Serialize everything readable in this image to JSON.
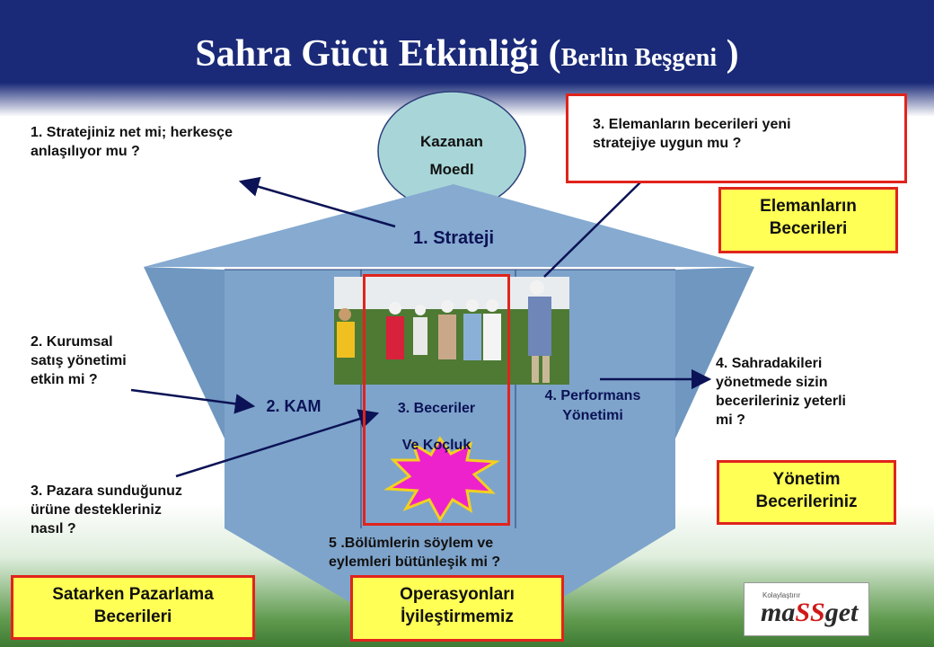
{
  "title": {
    "main": "Sahra Gücü Etkinliği (",
    "sub": "Berlin Beşgeni",
    "close": " )"
  },
  "house": {
    "roof_circle_line1": "Kazanan",
    "roof_circle_line2": "Moedl",
    "strategy": "1. Strateji",
    "kam": "2. KAM",
    "skills_line1": "3. Beceriler",
    "skills_line2": "Ve Koçluk",
    "performance_line1": "4. Performans",
    "performance_line2": "Yönetimi"
  },
  "questions": {
    "q1_line1": "1. Stratejiniz net mi; herkesçe",
    "q1_line2": "anlaşılıyor mu ?",
    "q2_line1": "2. Kurumsal",
    "q2_line2": "satış yönetimi",
    "q2_line3": "etkin mi ?",
    "q3a_line1": "3. Pazara sunduğunuz",
    "q3a_line2": "ürüne destekleriniz",
    "q3a_line3": "nasıl ?",
    "q3b_line1": "3. Elemanların becerileri yeni",
    "q3b_line2": "stratejiye uygun mu ?",
    "q4_line1": "4. Sahradakileri",
    "q4_line2": "yönetmede sizin",
    "q4_line3": "becerileriniz yeterli",
    "q4_line4": "mi ?",
    "q5_line1": "5 .Bölümlerin söylem ve",
    "q5_line2": "eylemleri bütünleşik mi ?"
  },
  "boxes": {
    "staff_line1": "Elemanların",
    "staff_line2": "Becerileri",
    "mgmt_line1": "Yönetim",
    "mgmt_line2": "Becerileriniz",
    "marketing_line1": "Satarken Pazarlama",
    "marketing_line2": "Becerileri",
    "ops_line1": "Operasyonları",
    "ops_line2": "İyileştirmemiz"
  },
  "logo": {
    "tagline": "Kolaylaştırır",
    "text_a": "ma",
    "text_b": "SS",
    "text_c": "get"
  },
  "colors": {
    "title_band": "#1a2a78",
    "house": "#7ea4cb",
    "circle": "#a8d6d8",
    "highlight_border": "#e0241c",
    "box_fill": "#ffff55",
    "burst": "#ee22cc"
  }
}
